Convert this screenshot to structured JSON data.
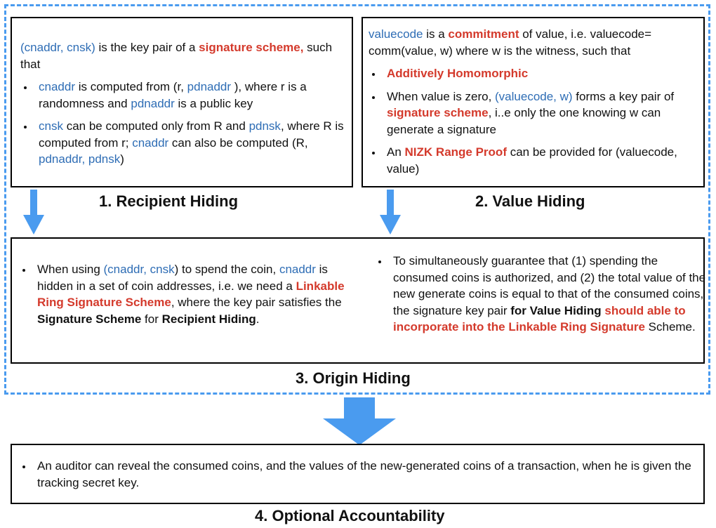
{
  "box1": {
    "intro": {
      "k1": "(cnaddr, cnsk)",
      "t1": " is the key pair of a ",
      "r1": "signature scheme,",
      "t2": " such that"
    },
    "b1": {
      "k1": "cnaddr",
      "t1": " is computed from (r, ",
      "k2": "pdnaddr",
      "t2": " ), where r is a randomness and ",
      "k3": "pdnaddr",
      "t3": " is a public key"
    },
    "b2": {
      "k1": "cnsk",
      "t1": " can be computed only from R and ",
      "k2": "pdnsk",
      "t2": ", where R is computed from r; ",
      "k3": "cnaddr",
      "t3": " can also be computed (R, ",
      "k4": "pdnaddr, pdnsk",
      "t4": ")"
    },
    "title": "1. Recipient Hiding"
  },
  "box2": {
    "intro": {
      "k1": "valuecode",
      "t1": " is a ",
      "r1": "commitment",
      "t2": " of value, i.e. valuecode= comm(value, w) where w is the witness, such that"
    },
    "b1": {
      "r1": "Additively Homomorphic"
    },
    "b2": {
      "t1": "When value is zero, ",
      "k1": "(valuecode, w)",
      "t2": " forms a key pair of ",
      "r1": "signature scheme",
      "t3": ", i..e only the one knowing w can generate a signature"
    },
    "b3": {
      "t1": "An ",
      "r1": "NIZK Range Proof",
      "t2": " can be provided for (valuecode, value)"
    },
    "title": "2. Value Hiding"
  },
  "box3": {
    "left": {
      "t1": "When using ",
      "k1": "(cnaddr, cnsk",
      "t2": ") to spend the coin, ",
      "k2": "cnaddr",
      "t3": " is hidden in a set of coin addresses,  i.e. we need a ",
      "r1": "Linkable Ring Signature Scheme",
      "t4": ", where the key pair satisfies the ",
      "b1": "Signature Scheme",
      "t5": " for ",
      "b2": "Recipient Hiding",
      "t6": "."
    },
    "right": {
      "t1": "To simultaneously guarantee that (1) spending the consumed coins is authorized, and (2) the total value of the new generate coins is equal to that of the consumed coins, the signature key pair ",
      "b1": "for Value Hiding",
      "t2": " ",
      "r1": "should able to incorporate into the Linkable Ring Signature",
      "t3": " Scheme."
    },
    "title": "3. Origin Hiding"
  },
  "box4": {
    "b1": "An auditor can reveal the consumed coins, and the values of the new-generated coins of a transaction, when he is given the tracking secret key.",
    "title": "4. Optional Accountability"
  },
  "colors": {
    "keyword": "#2e6db5",
    "emphasis": "#d43a2c",
    "arrow": "#4a9bef",
    "dashed_border": "#4a9bef"
  }
}
